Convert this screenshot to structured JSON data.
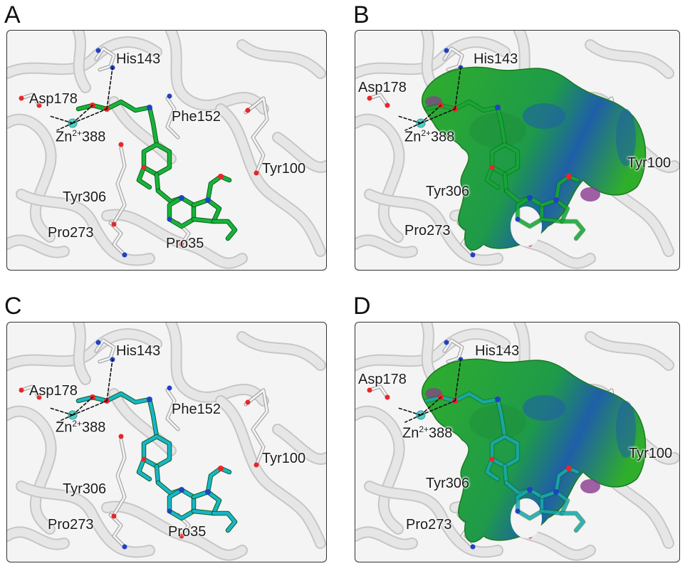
{
  "panels": [
    {
      "letter": "A",
      "ligand_color": "#17b43a",
      "surface": false,
      "labels": {
        "his": "His143",
        "asp": "Asp178",
        "zn_base": "Zn",
        "zn_sup": "2+",
        "zn_num": "388",
        "phe": "Phe152",
        "tyr100": "Tyr100",
        "tyr306": "Tyr306",
        "pro273": "Pro273",
        "pro35": "Pro35"
      }
    },
    {
      "letter": "B",
      "ligand_color": "#17b43a",
      "surface": true,
      "labels": {
        "his": "His143",
        "asp": "Asp178",
        "zn_base": "Zn",
        "zn_sup": "2+",
        "zn_num": "388",
        "tyr100": "Tyr100",
        "tyr306": "Tyr306",
        "pro273": "Pro273"
      }
    },
    {
      "letter": "C",
      "ligand_color": "#19b5c9",
      "surface": false,
      "labels": {
        "his": "His143",
        "asp": "Asp178",
        "zn_base": "Zn",
        "zn_sup": "2+",
        "zn_num": "388",
        "phe": "Phe152",
        "tyr100": "Tyr100",
        "tyr306": "Tyr306",
        "pro273": "Pro273",
        "pro35": "Pro35"
      }
    },
    {
      "letter": "D",
      "ligand_color": "#19b5c9",
      "surface": true,
      "labels": {
        "his": "His143",
        "asp": "Asp178",
        "zn_base": "Zn",
        "zn_sup": "2+",
        "zn_num": "388",
        "tyr100": "Tyr100",
        "tyr306": "Tyr306",
        "pro273": "Pro273"
      }
    }
  ],
  "colors": {
    "ribbon": "#d9d9d9",
    "oxygen": "#e8262a",
    "nitrogen": "#2042c8",
    "zinc": "#4fd1c7",
    "surface_green": "#2fae2b",
    "surface_blue": "#1f5fa8",
    "surface_magenta": "#8a3a8f"
  }
}
